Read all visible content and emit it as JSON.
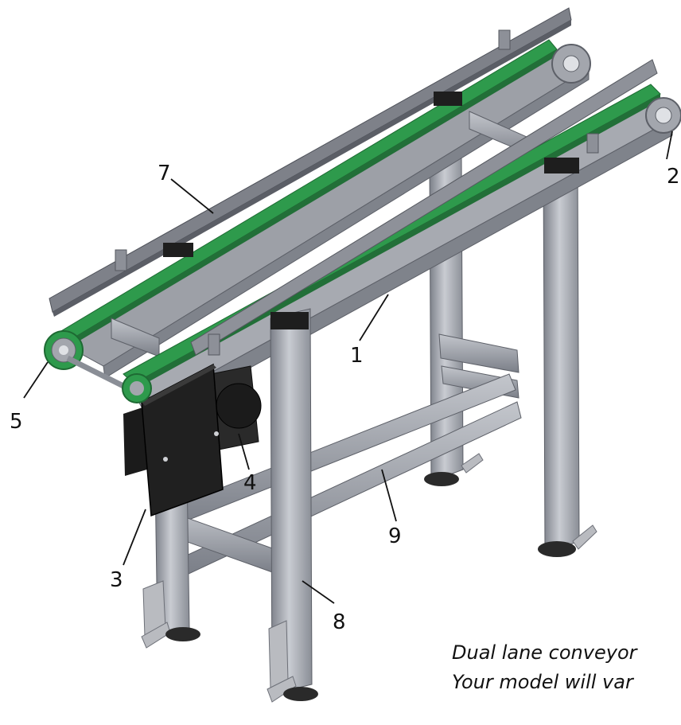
{
  "callouts": {
    "c1": "1",
    "c2": "2",
    "c3": "3",
    "c4": "4",
    "c5": "5",
    "c7": "7",
    "c8": "8",
    "c9": "9"
  },
  "caption": {
    "line1": "Dual lane conveyor",
    "line2": "Your model will var"
  },
  "colors": {
    "belt": "#2e9a4c",
    "aluminum": "#a3a6ad",
    "aluminum_dark": "#6d7078",
    "motor": "#1b1b1b"
  }
}
